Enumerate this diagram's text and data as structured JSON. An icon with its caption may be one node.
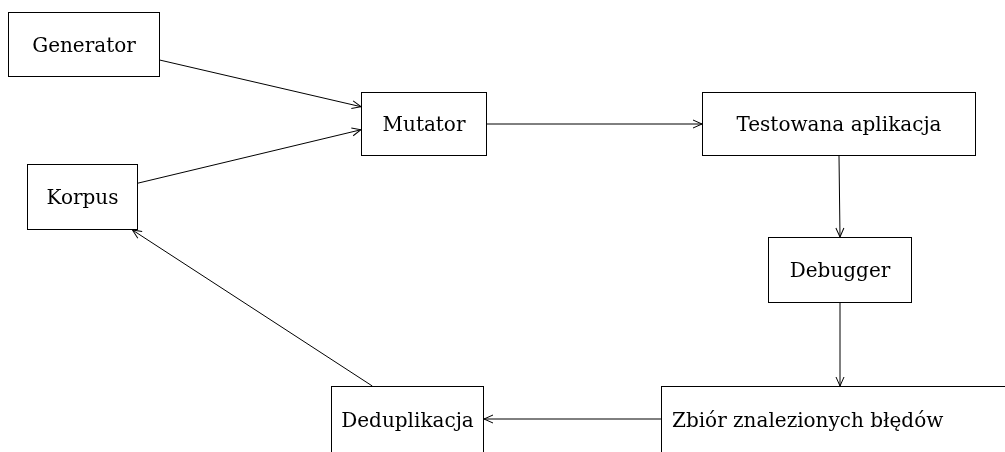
{
  "diagram": {
    "nodes": [
      {
        "text": [
          "Generator"
        ]
      },
      {
        "text": [
          "Mutator"
        ]
      },
      {
        "text": [
          "Korpus"
        ]
      },
      {
        "text": [
          "Testowana aplikacja"
        ]
      },
      {
        "text": [
          "Debugger"
        ]
      },
      {
        "text": [
          "Deduplikacja"
        ]
      },
      {
        "text": [
          "Zbiór znalezionych błędów"
        ]
      }
    ],
    "edges": [
      {
        "from": 0,
        "to": 1,
        "arrow": "to"
      },
      {
        "from": 2,
        "to": 1,
        "arrow": "to"
      },
      {
        "from": 1,
        "to": 3,
        "arrow": "to"
      },
      {
        "from": 3,
        "to": 4,
        "arrow": "to"
      },
      {
        "from": 4,
        "to": 6,
        "arrow": "to"
      },
      {
        "from": 6,
        "to": 5,
        "arrow": "to"
      },
      {
        "from": 5,
        "to": 2,
        "arrow": "to"
      }
    ]
  }
}
